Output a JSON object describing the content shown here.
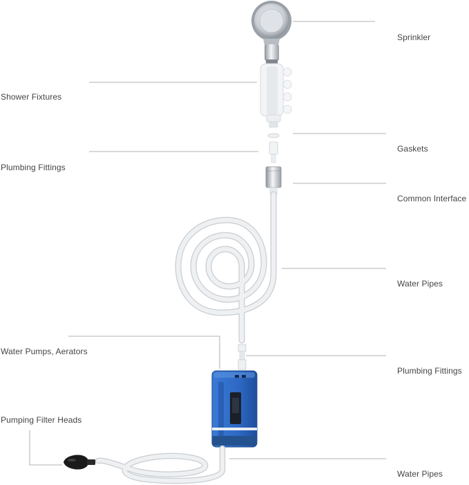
{
  "diagram": {
    "labels": {
      "sprinkler": "Sprinkler",
      "shower_fixtures": "Shower Fixtures",
      "gaskets": "Gaskets",
      "plumbing_fittings_left": "Plumbing Fittings",
      "common_interface": "Common Interface",
      "water_pipes_upper": "Water Pipes",
      "water_pumps_aerators": "Water Pumps, Aerators",
      "plumbing_fittings_right": "Plumbing Fittings",
      "pumping_filter_heads": "Pumping Filter Heads",
      "water_pipes_lower": "Water Pipes"
    },
    "colors": {
      "leader_line": "#9a9a9a",
      "hose": "#e9ecee",
      "hose_edge": "#c9cdd1",
      "pump_blue": "#2f6fcb",
      "pump_dark": "#1f4e9a",
      "chrome": "#c7cbd0",
      "filter_head": "#1b1b1b"
    }
  }
}
